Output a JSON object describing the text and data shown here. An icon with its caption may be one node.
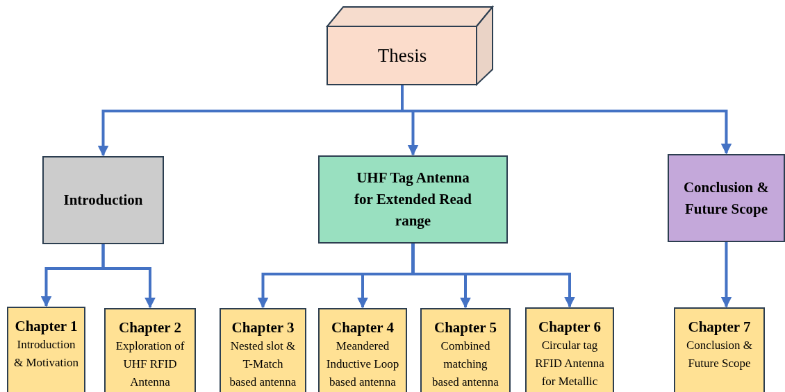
{
  "diagram": {
    "nodes": [
      {
        "text": [
          "Thesis"
        ]
      },
      {
        "text": [
          "Introduction"
        ]
      },
      {
        "text": [
          "UHF Tag Antenna for Extended Read range"
        ]
      },
      {
        "text": [
          "Conclusion & Future Scope"
        ]
      },
      {
        "text": [
          "Chapter 1",
          "Introduction & Motivation"
        ]
      },
      {
        "text": [
          "Chapter 2",
          "Exploration of UHF RFID Antenna"
        ]
      },
      {
        "text": [
          "Chapter 3",
          "Nested slot & T-Match based antenna"
        ]
      },
      {
        "text": [
          "Chapter 4",
          "Meandered Inductive Loop based antenna"
        ]
      },
      {
        "text": [
          "Chapter 5",
          "Combined matching based antenna"
        ]
      },
      {
        "text": [
          "Chapter 6",
          "Circular tag RFID Antenna for Metallic"
        ]
      },
      {
        "text": [
          "Chapter 7",
          "Conclusion & Future Scope"
        ]
      }
    ],
    "edges": [
      {
        "from": 0,
        "to": 1,
        "arrow": "to"
      },
      {
        "from": 0,
        "to": 2,
        "arrow": "to"
      },
      {
        "from": 0,
        "to": 3,
        "arrow": "to"
      },
      {
        "from": 1,
        "to": 4,
        "arrow": "to"
      },
      {
        "from": 1,
        "to": 5,
        "arrow": "to"
      },
      {
        "from": 2,
        "to": 6,
        "arrow": "to"
      },
      {
        "from": 2,
        "to": 7,
        "arrow": "to"
      },
      {
        "from": 2,
        "to": 8,
        "arrow": "to"
      },
      {
        "from": 2,
        "to": 9,
        "arrow": "to"
      },
      {
        "from": 3,
        "to": 10,
        "arrow": "to"
      }
    ]
  }
}
